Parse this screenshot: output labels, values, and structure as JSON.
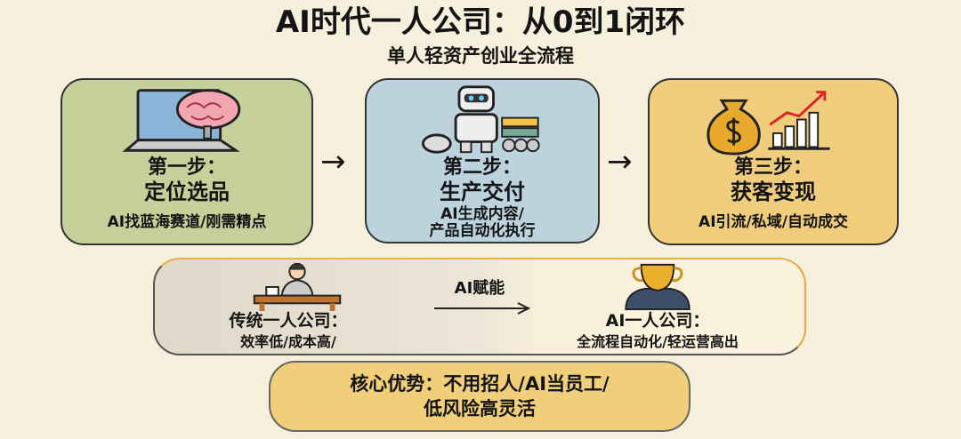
{
  "header": {
    "title": "AI时代一人公司：从0到1闭环",
    "subtitle": "单人轻资产创业全流程"
  },
  "steps": [
    {
      "step": "第一步：",
      "name": "定位选品",
      "desc": "AI找蓝海赛道/刚需精点",
      "icon": "laptop-brain-icon"
    },
    {
      "step": "第二步：",
      "name": "生产交付",
      "desc_lines": [
        "AI生成内容/",
        "产品自动化执行"
      ],
      "icon": "robot-icon"
    },
    {
      "step": "第三步：",
      "name": "获客变现",
      "desc": "AI引流/私域/自动成交",
      "icon": "money-bag-growth-icon"
    }
  ],
  "comparison": {
    "traditional": {
      "title": "传统一人公司：",
      "desc": "效率低/成本高/"
    },
    "arrow_label": "AI赋能",
    "ai": {
      "title": "AI一人公司：",
      "desc": "全流程自动化/轻运营高出"
    }
  },
  "core": {
    "line1": "核心优势：不用招人/AI当员工/",
    "line2": "低风险高灵活"
  },
  "colors": {
    "bg": "#f5efdc",
    "step1": "#c5d09a",
    "step2": "#bcd3de",
    "step3": "#efcd7c",
    "core": "#f1cf7a"
  }
}
